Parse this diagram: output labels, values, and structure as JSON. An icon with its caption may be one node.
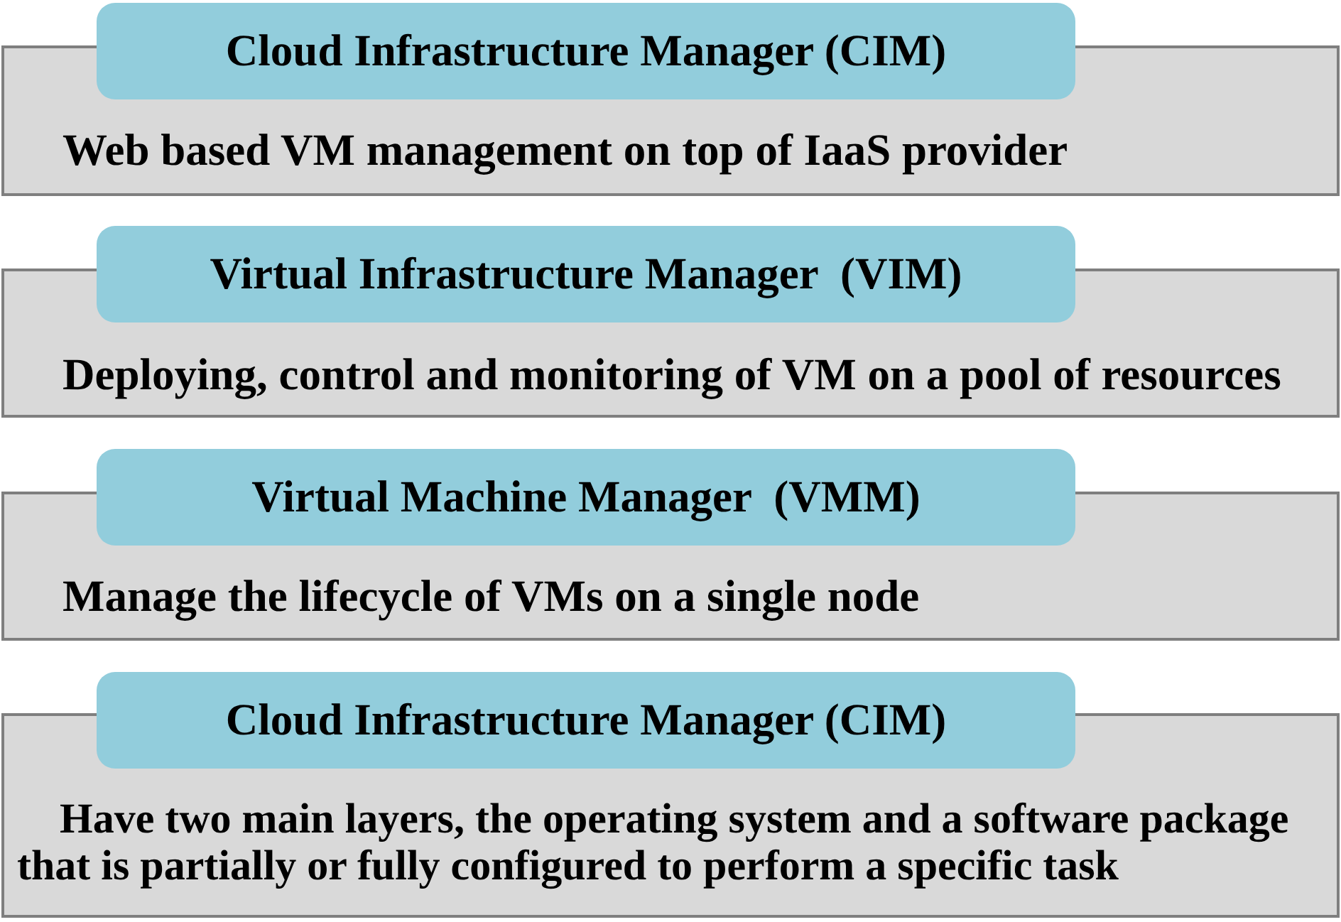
{
  "diagram": {
    "nodes": [
      {
        "text": [
          "Cloud Infrastructure Manager (CIM)"
        ]
      },
      {
        "text": [
          "Web based VM management on top of IaaS provider"
        ]
      },
      {
        "text": [
          "Virtual Infrastructure Manager  (VIM)"
        ]
      },
      {
        "text": [
          "Deploying, control and monitoring of VM on a pool of resources"
        ]
      },
      {
        "text": [
          "Virtual Machine Manager  (VMM)"
        ]
      },
      {
        "text": [
          "Manage the lifecycle of VMs on a single node"
        ]
      },
      {
        "text": [
          "Cloud Infrastructure Manager (CIM)"
        ]
      },
      {
        "text": [
          "Have two main layers, the operating system and a software package that is partially or fully configured to perform a specific task"
        ]
      }
    ]
  }
}
